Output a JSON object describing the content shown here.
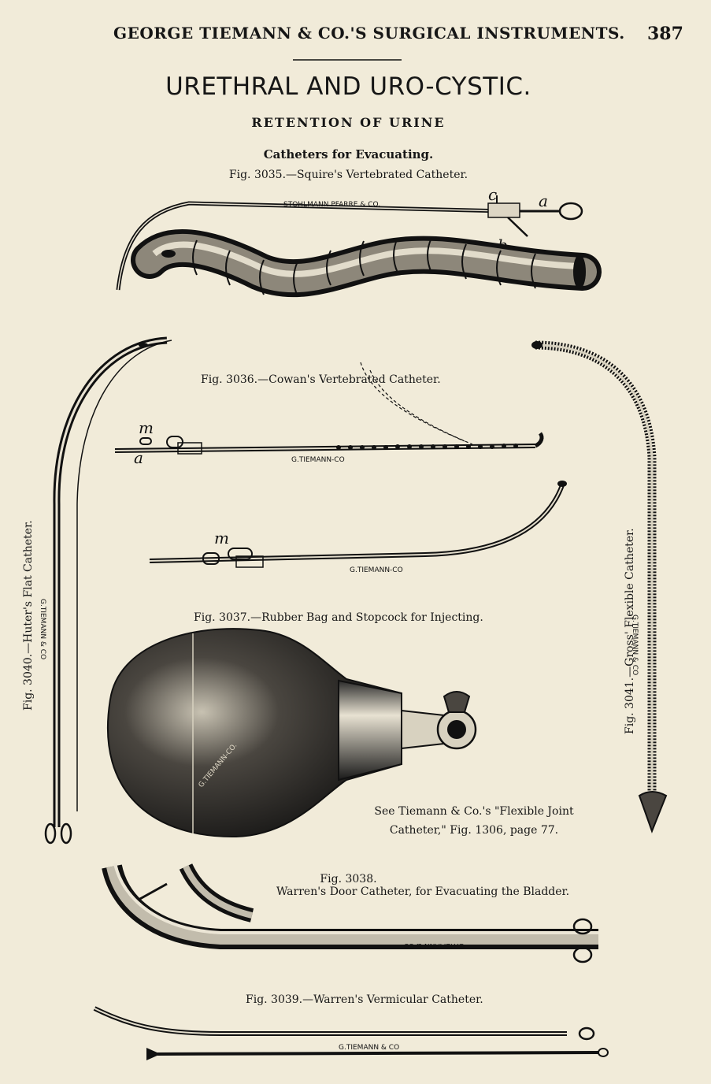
{
  "header": {
    "title": "GEORGE TIEMANN & CO.'S SURGICAL INSTRUMENTS.",
    "page_number": "387"
  },
  "main_title": "URETHRAL AND URO-CYSTIC.",
  "section_title": "RETENTION OF URINE",
  "subsection": "Catheters for Evacuating.",
  "figures": {
    "fig3035": "Fig. 3035.—Squire's Vertebrated Catheter.",
    "fig3036": "Fig. 3036.—Cowan's Vertebrated Catheter.",
    "fig3037": "Fig. 3037.—Rubber Bag and Stopcock for Injecting.",
    "fig3038_number": "Fig. 3038.",
    "fig3038_title": "Warren's Door Catheter, for Evacuating the Bladder.",
    "fig3039": "Fig. 3039.—Warren's Vermicular Catheter.",
    "fig3040": "Fig. 3040.—Huter's Flat Catheter.",
    "fig3041": "Fig. 3041.—Gross' Flexible Catheter."
  },
  "note": {
    "line1": "See Tiemann & Co.'s \"Flexible Joint",
    "line2": "Catheter,\" Fig. 1306, page 77."
  },
  "engravings": {
    "stohlmann": "STOHLMANN PFARRE & CO.",
    "tiemann_co_1": "G.TIEMANN-CO",
    "tiemann_co_2": "G.TIEMANN-CO",
    "tiemann_bag": "G.TIEMANN-CO.",
    "tiemann_amp": "G.TIEMANN & CO",
    "tiemann_vert_left": "G.TIEMANN & CO",
    "tiemann_vert_right": "G.TIEMANN & CO",
    "tiemann_door": "G.TIEMANN & CO"
  },
  "letters": {
    "a": "a",
    "b": "b",
    "c": "c",
    "m": "m"
  }
}
